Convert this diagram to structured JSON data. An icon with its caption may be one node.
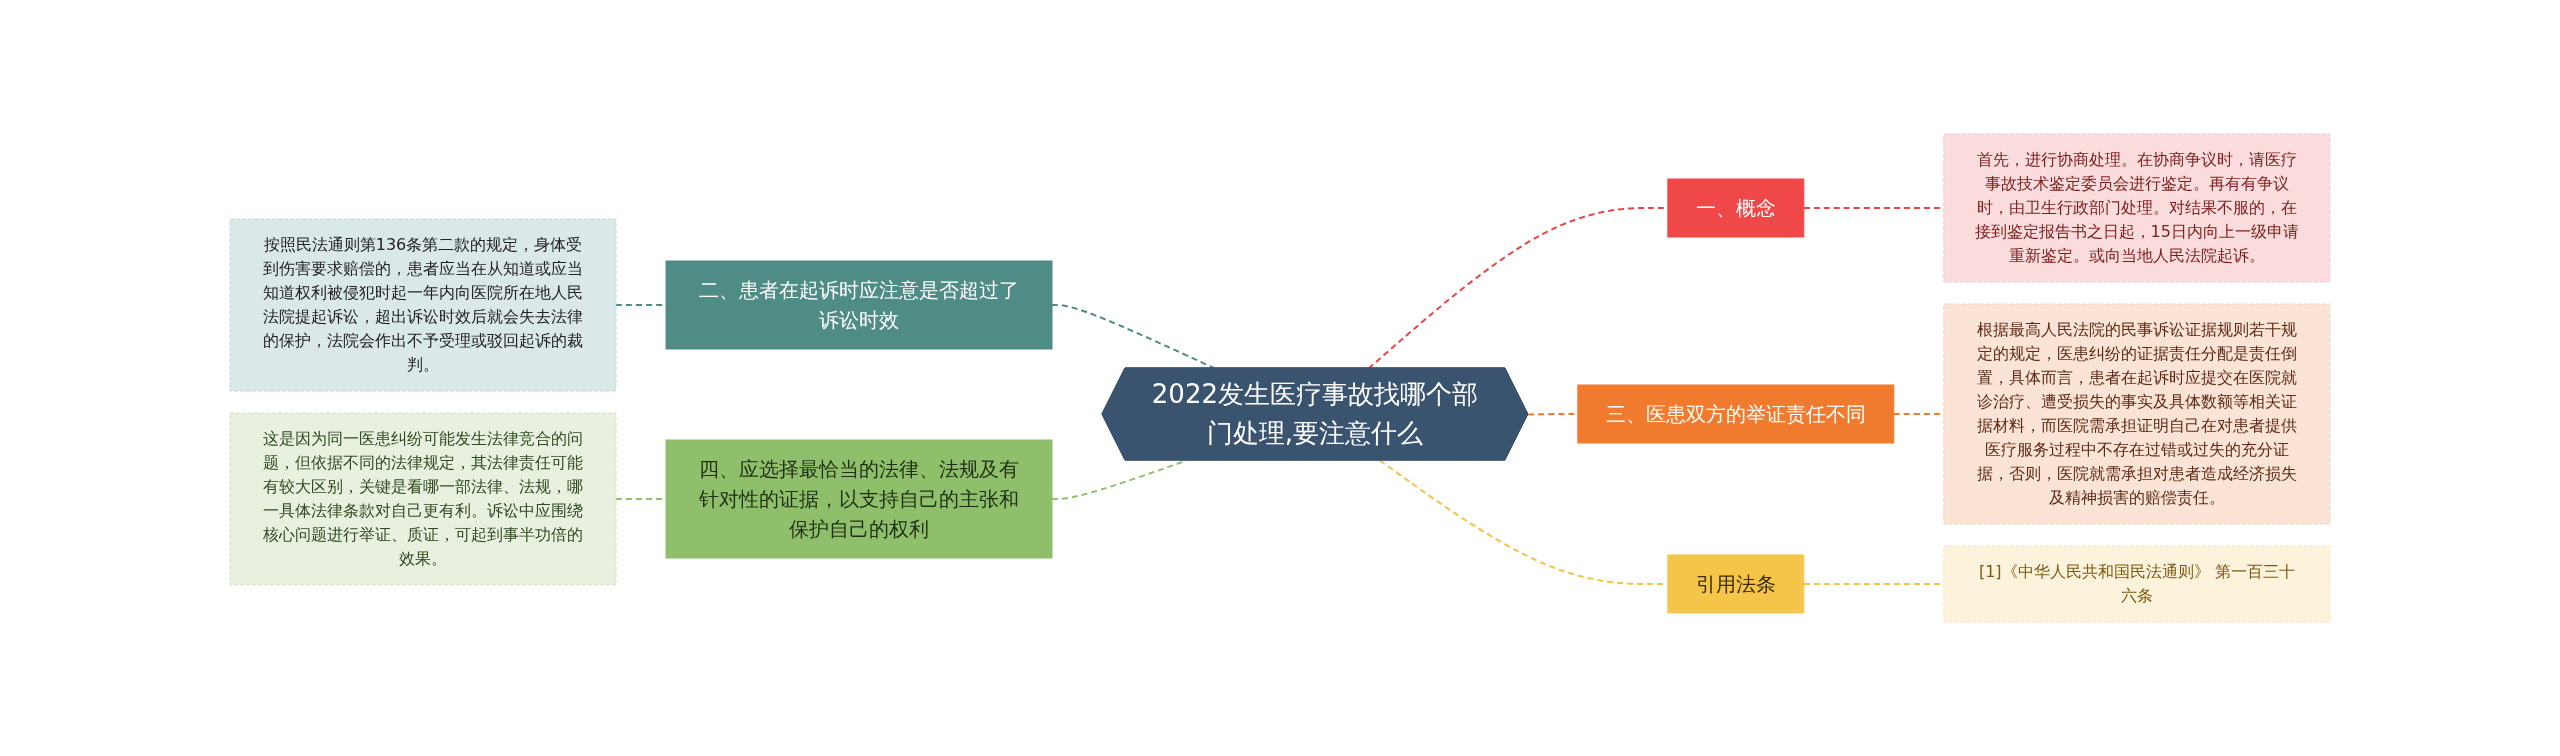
{
  "diagram": {
    "nodes": [
      {
        "text": [
          "2022发生医疗事故找哪个部门处理,要注意什么"
        ]
      },
      {
        "text": [
          "按照民法通则第136条第二款的规定，身体受到伤害要求赔偿的，患者应当在从知道或应当知道权利被侵犯时起一年内向医院所在地人民法院提起诉讼，超出诉讼时效后就会失去法律的保护，法院会作出不予受理或驳回起诉的裁判。"
        ]
      },
      {
        "text": [
          "二、患者在起诉时应注意是否超过了诉讼时效"
        ]
      },
      {
        "text": [
          "这是因为同一医患纠纷可能发生法律竞合的问题，但依据不同的法律规定，其法律责任可能有较大区别，关键是看哪一部法律、法规，哪一具体法律条款对自己更有利。诉讼中应围绕核心问题进行举证、质证，可起到事半功倍的效果。"
        ]
      },
      {
        "text": [
          "四、应选择最恰当的法律、法规及有针对性的证据，以支持自己的主张和保护自己的权利"
        ]
      },
      {
        "text": [
          "一、概念"
        ]
      },
      {
        "text": [
          "首先，进行协商处理。在协商争议时，请医疗事故技术鉴定委员会进行鉴定。再有有争议时，由卫生行政部门处理。对结果不服的，在接到鉴定报告书之日起，15日内向上一级申请重新鉴定。或向当地人民法院起诉。"
        ]
      },
      {
        "text": [
          "三、医患双方的举证责任不同"
        ]
      },
      {
        "text": [
          "根据最高人民法院的民事诉讼证据规则若干规定的规定，医患纠纷的证据责任分配是责任倒置，具体而言，患者在起诉时应提交在医院就诊治疗、遭受损失的事实及具体数额等相关证据材料，而医院需承担证明自己在对患者提供医疗服务过程中不存在过错或过失的充分证据，否则，医院就需承担对患者造成经济损失及精神损害的赔偿责任。"
        ]
      },
      {
        "text": [
          "引用法条"
        ]
      },
      {
        "text": [
          "[1]《中华人民共和国民法通则》 第一百三十六条"
        ]
      }
    ],
    "edges": [
      {
        "from": 1,
        "to": 2,
        "arrow": "none",
        "style": "dashed",
        "color": "#4e8c85"
      },
      {
        "from": 2,
        "to": 0,
        "arrow": "none",
        "style": "dashed",
        "color": "#4e8c85"
      },
      {
        "from": 3,
        "to": 4,
        "arrow": "none",
        "style": "dashed",
        "color": "#8fbf6a"
      },
      {
        "from": 4,
        "to": 0,
        "arrow": "none",
        "style": "dashed",
        "color": "#8fbf6a"
      },
      {
        "from": 0,
        "to": 5,
        "arrow": "none",
        "style": "dashed",
        "color": "#e84545"
      },
      {
        "from": 5,
        "to": 6,
        "arrow": "none",
        "style": "dashed",
        "color": "#e84545"
      },
      {
        "from": 0,
        "to": 7,
        "arrow": "none",
        "style": "dashed",
        "color": "#f07a2e"
      },
      {
        "from": 7,
        "to": 8,
        "arrow": "none",
        "style": "dashed",
        "color": "#f07a2e"
      },
      {
        "from": 0,
        "to": 9,
        "arrow": "none",
        "style": "dashed",
        "color": "#f5c342"
      },
      {
        "from": 9,
        "to": 10,
        "arrow": "none",
        "style": "dashed",
        "color": "#f5c342"
      }
    ]
  }
}
